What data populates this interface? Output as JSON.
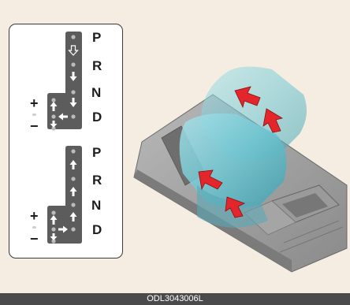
{
  "shift_pattern_panel": {
    "upper_gate": {
      "gears": [
        "P",
        "R",
        "N",
        "D"
      ],
      "plus_label": "+",
      "minus_label": "−"
    },
    "lower_gate": {
      "gears": [
        "P",
        "R",
        "N",
        "D"
      ],
      "plus_label": "+",
      "minus_label": "−"
    }
  },
  "caption": {
    "code": "ODL3043006L"
  },
  "colors": {
    "background": "#f5ede2",
    "gate_plate": "#5c5c5c",
    "arrow_red": "#e2262b",
    "lever_cyan": "#6fc7d3"
  }
}
